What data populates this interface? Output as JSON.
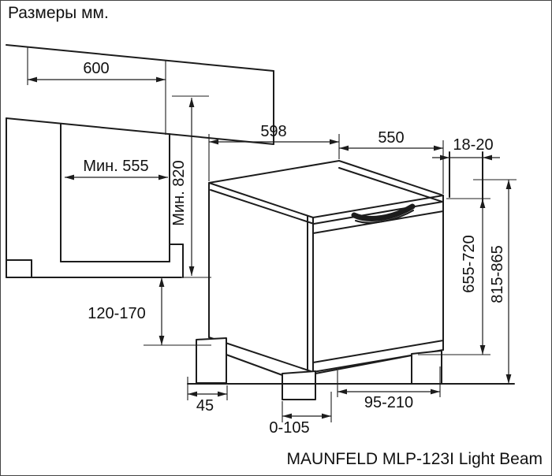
{
  "title": "Размеры мм.",
  "caption": "MAUNFELD MLP-123I Light Beam",
  "labels": {
    "counter_depth": "600",
    "niche_depth_min": "Мин. 555",
    "niche_height_min": "Мин. 820",
    "appliance_width": "598",
    "top_depth": "550",
    "rear_gap": "18-20",
    "front_height": "655-720",
    "total_height": "815-865",
    "plinth_height": "120-170",
    "toe_kick_depth": "45",
    "front_offset": "0-105",
    "rear_clearance": "95-210"
  },
  "colors": {
    "line": "#1c1c1c",
    "background": "#ffffff"
  }
}
